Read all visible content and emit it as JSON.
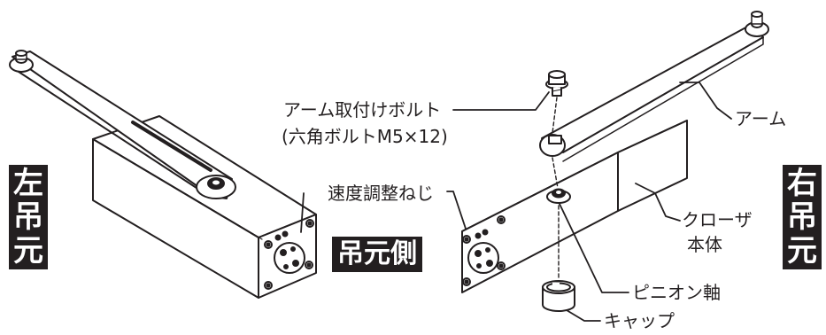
{
  "labels": {
    "left_hinge": [
      "左",
      "吊",
      "元"
    ],
    "hinge_side": "吊元側",
    "right_hinge": [
      "右",
      "吊",
      "元"
    ],
    "arm_bolt": "アーム取付けボルト",
    "arm_bolt_spec": "(六角ボルトM5×12)",
    "speed_screw": "速度調整ねじ",
    "arm": "アーム",
    "closer_body_1": "クローザ",
    "closer_body_2": "本体",
    "pinion_shaft": "ピニオン軸",
    "cap": "キャップ"
  },
  "colors": {
    "line": "#231f20",
    "box": "#231f20",
    "background": "#ffffff"
  }
}
